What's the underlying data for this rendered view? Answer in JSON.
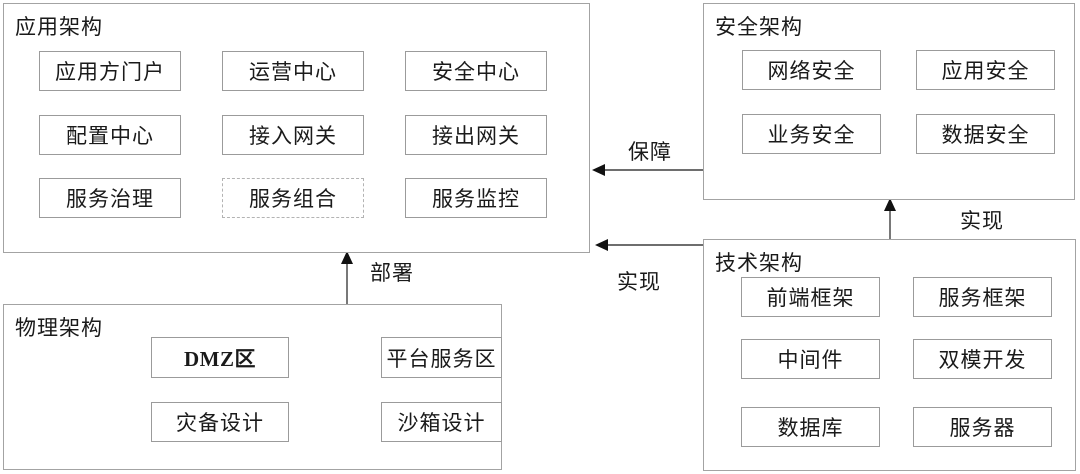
{
  "panels": {
    "application": {
      "title": "应用架构",
      "items": [
        "应用方门户",
        "运营中心",
        "安全中心",
        "配置中心",
        "接入网关",
        "接出网关",
        "服务治理",
        "服务组合",
        "服务监控"
      ]
    },
    "security": {
      "title": "安全架构",
      "items": [
        "网络安全",
        "应用安全",
        "业务安全",
        "数据安全"
      ]
    },
    "technology": {
      "title": "技术架构",
      "items": [
        "前端框架",
        "服务框架",
        "中间件",
        "双模开发",
        "数据库",
        "服务器"
      ]
    },
    "physical": {
      "title": "物理架构",
      "items": [
        "DMZ区",
        "平台服务区",
        "灾备设计",
        "沙箱设计"
      ]
    }
  },
  "arrows": {
    "guarantee": "保障",
    "realize_upper": "实现",
    "realize_lower": "实现",
    "deploy": "部署"
  },
  "colors": {
    "panel_border": "#a3a3a3",
    "box_border": "#9b9b9b",
    "dashed_box_border": "#b3b3b3",
    "text": "#1a1a1a",
    "arrow_line": "#3f3f3f",
    "arrow_head": "#111111",
    "background": "#ffffff"
  }
}
